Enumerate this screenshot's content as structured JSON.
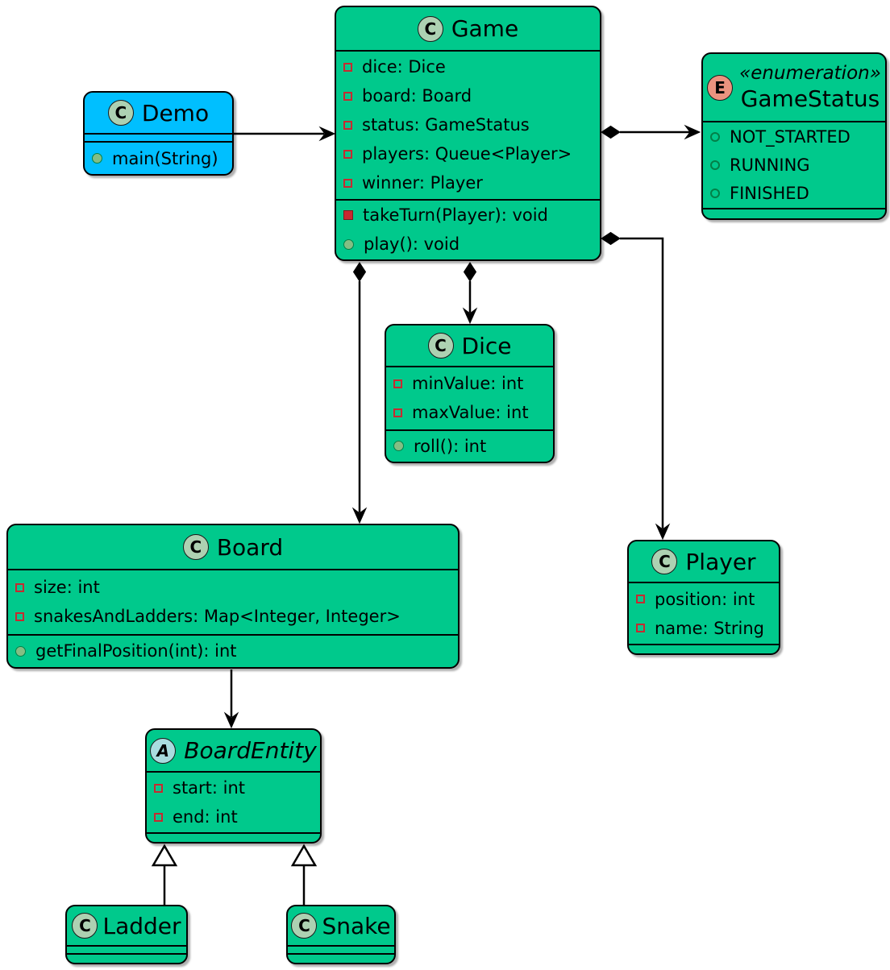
{
  "colors": {
    "node_fill": "#00C98C",
    "demo_fill": "#00BFFF",
    "border": "#000000",
    "class_badge_fill": "#ADD1B2",
    "abstract_badge_fill": "#A9DCDF",
    "enum_badge_fill": "#EB937F",
    "private_red": "#C82930",
    "public_green": "#84BE84",
    "accent_green": "#038048"
  },
  "icons": {
    "class-badge-icon": "circled letter C",
    "abstract-badge-icon": "circled italic letter A",
    "enum-badge-icon": "circled letter E",
    "private-field-icon": "hollow red square",
    "private-method-icon": "filled red square",
    "public-method-icon": "filled green circle",
    "enum-constant-icon": "hollow green circle"
  },
  "classes": {
    "demo": {
      "badge": "C",
      "name": "Demo",
      "methods": [
        {
          "visibility": "public",
          "label": "main(String)"
        }
      ]
    },
    "game": {
      "badge": "C",
      "name": "Game",
      "attributes": [
        {
          "visibility": "private",
          "label": "dice: Dice"
        },
        {
          "visibility": "private",
          "label": "board: Board"
        },
        {
          "visibility": "private",
          "label": "status: GameStatus"
        },
        {
          "visibility": "private",
          "label": "players: Queue<Player>"
        },
        {
          "visibility": "private",
          "label": "winner: Player"
        }
      ],
      "methods": [
        {
          "visibility": "private",
          "label": "takeTurn(Player): void"
        },
        {
          "visibility": "public",
          "label": "play(): void"
        }
      ]
    },
    "game_status": {
      "badge": "E",
      "stereotype": "«enumeration»",
      "name": "GameStatus",
      "constants": [
        "NOT_STARTED",
        "RUNNING",
        "FINISHED"
      ]
    },
    "dice": {
      "badge": "C",
      "name": "Dice",
      "attributes": [
        {
          "visibility": "private",
          "label": "minValue: int"
        },
        {
          "visibility": "private",
          "label": "maxValue: int"
        }
      ],
      "methods": [
        {
          "visibility": "public",
          "label": "roll(): int"
        }
      ]
    },
    "board": {
      "badge": "C",
      "name": "Board",
      "attributes": [
        {
          "visibility": "private",
          "label": "size: int"
        },
        {
          "visibility": "private",
          "label": "snakesAndLadders: Map<Integer, Integer>"
        }
      ],
      "methods": [
        {
          "visibility": "public",
          "label": "getFinalPosition(int): int"
        }
      ]
    },
    "player": {
      "badge": "C",
      "name": "Player",
      "attributes": [
        {
          "visibility": "private",
          "label": "position: int"
        },
        {
          "visibility": "private",
          "label": "name: String"
        }
      ]
    },
    "board_entity": {
      "badge": "A",
      "name": "BoardEntity",
      "attributes": [
        {
          "visibility": "private",
          "label": "start: int"
        },
        {
          "visibility": "private",
          "label": "end: int"
        }
      ]
    },
    "ladder": {
      "badge": "C",
      "name": "Ladder"
    },
    "snake": {
      "badge": "C",
      "name": "Snake"
    }
  },
  "relationships": [
    {
      "from": "Demo",
      "to": "Game",
      "type": "directed-association"
    },
    {
      "from": "Game",
      "to": "GameStatus",
      "type": "composition"
    },
    {
      "from": "Game",
      "to": "Player",
      "type": "composition"
    },
    {
      "from": "Game",
      "to": "Dice",
      "type": "composition"
    },
    {
      "from": "Game",
      "to": "Board",
      "type": "composition"
    },
    {
      "from": "Board",
      "to": "BoardEntity",
      "type": "directed-association"
    },
    {
      "from": "Ladder",
      "to": "BoardEntity",
      "type": "generalization"
    },
    {
      "from": "Snake",
      "to": "BoardEntity",
      "type": "generalization"
    }
  ]
}
